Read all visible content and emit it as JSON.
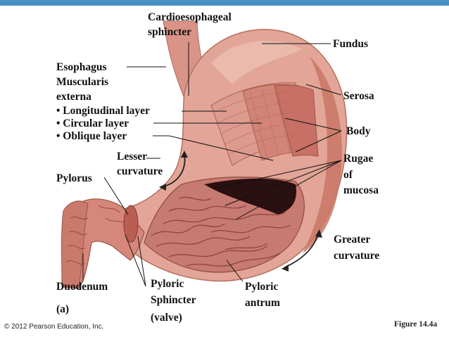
{
  "labels": {
    "cardio_1": "Cardioesophageal",
    "cardio_2": "sphincter",
    "fundus": "Fundus",
    "esophagus": "Esophagus",
    "muscularis_1": "Muscularis",
    "muscularis_2": "externa",
    "longitudinal": "• Longitudinal layer",
    "circular": "• Circular layer",
    "oblique": "• Oblique layer",
    "serosa": "Serosa",
    "body": "Body",
    "lesser_1": "Lesser",
    "lesser_2": "curvature",
    "rugae_1": "Rugae",
    "rugae_2": "of",
    "rugae_3": "mucosa",
    "pylorus": "Pylorus",
    "greater_1": "Greater",
    "greater_2": "curvature",
    "duodenum": "Duodenum",
    "pyloric_sph_1": "Pyloric",
    "pyloric_sph_2": "Sphincter",
    "pyloric_sph_3": "(valve)",
    "pyloric_ant_1": "Pyloric",
    "pyloric_ant_2": "antrum",
    "panel": "(a)"
  },
  "copyright": "© 2012 Pearson Education, Inc.",
  "figure": "Figure 14.4a",
  "colors": {
    "accent_bar": "#4a90c2",
    "muscle": "#d98f83",
    "mucosa": "#c9776f",
    "dark_interior": "#2a1010"
  }
}
